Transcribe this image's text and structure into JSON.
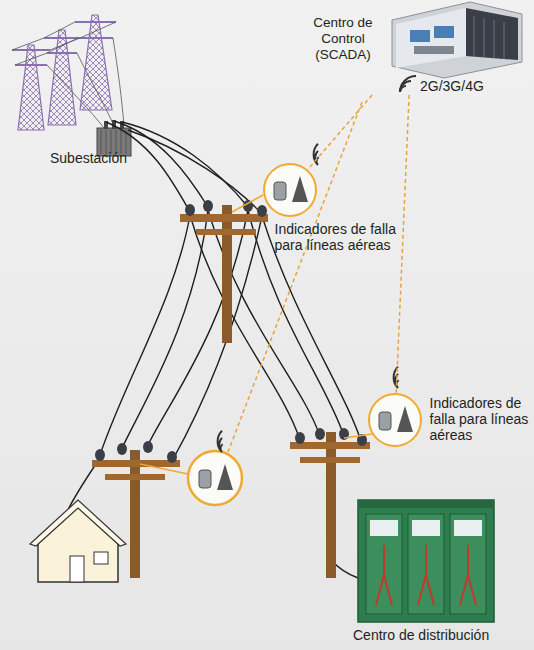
{
  "diagram": {
    "nodes": [
      {
        "text": [
          "Centro de Control (SCADA)"
        ]
      },
      {
        "text": [
          "Subestación"
        ]
      },
      {
        "text": [
          "Indicadores de falla para líneas aéreas"
        ]
      },
      {
        "text": [
          "Indicadores de falla para líneas aéreas"
        ]
      },
      {
        "text": [
          "Centro de distribución"
        ]
      }
    ],
    "edges": [
      {
        "from": 0,
        "to": 2,
        "arrow": "none"
      },
      {
        "from": 0,
        "to": 3,
        "arrow": "none"
      }
    ],
    "labels": [
      "2G/3G/4G"
    ]
  }
}
